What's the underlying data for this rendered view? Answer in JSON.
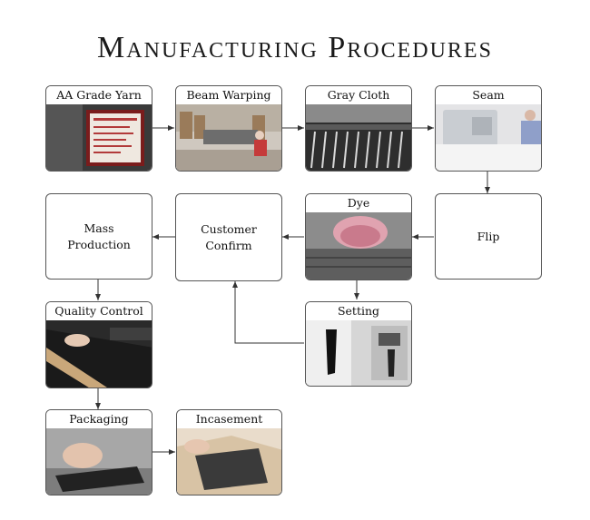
{
  "title": "Manufacturing Procedures",
  "steps": {
    "yarn": "AA Grade Yarn",
    "warping": "Beam Warping",
    "gray": "Gray Cloth",
    "seam": "Seam",
    "flip": "Flip",
    "dye": "Dye",
    "confirm_1": "Customer",
    "confirm_2": "Confirm",
    "mass_1": "Mass",
    "mass_2": "Production",
    "setting": "Setting",
    "qc": "Quality Control",
    "packaging": "Packaging",
    "incasement": "Incasement"
  }
}
